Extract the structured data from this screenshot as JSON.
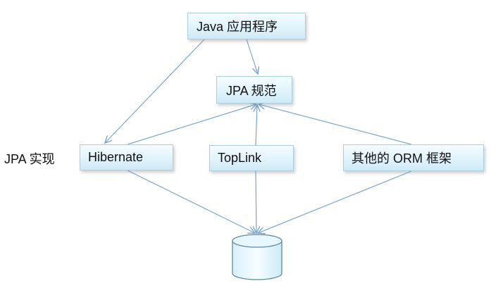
{
  "nodes": {
    "java_app": "Java 应用程序",
    "jpa_spec": "JPA 规范",
    "hibernate": "Hibernate",
    "toplink": "TopLink",
    "other_orm": "其他的 ORM 框架"
  },
  "side_label": "JPA 实现",
  "colors": {
    "arrow": "#7aa7cf",
    "box_border": "#a9cfe0",
    "box_fill_top": "#f5fcff",
    "box_fill_bottom": "#cfeaf7",
    "cylinder_stroke": "#5f88a4"
  },
  "icons": {
    "database": "database-cylinder-icon"
  }
}
